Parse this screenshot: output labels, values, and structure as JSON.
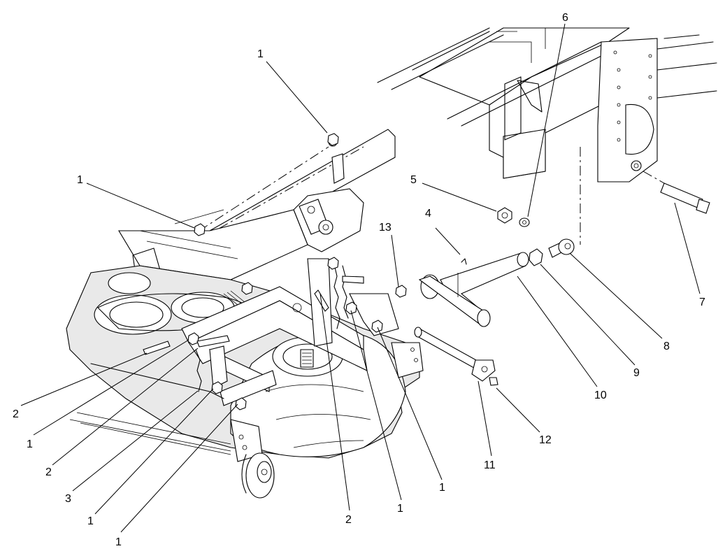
{
  "callouts": [
    {
      "id": "c01",
      "label": "1"
    },
    {
      "id": "c02",
      "label": "1"
    },
    {
      "id": "c03",
      "label": "6"
    },
    {
      "id": "c04",
      "label": "5"
    },
    {
      "id": "c05",
      "label": "4"
    },
    {
      "id": "c06",
      "label": "13"
    },
    {
      "id": "c07",
      "label": "7"
    },
    {
      "id": "c08",
      "label": "8"
    },
    {
      "id": "c09",
      "label": "9"
    },
    {
      "id": "c10",
      "label": "10"
    },
    {
      "id": "c11",
      "label": "12"
    },
    {
      "id": "c12",
      "label": "11"
    },
    {
      "id": "c13",
      "label": "2"
    },
    {
      "id": "c14",
      "label": "1"
    },
    {
      "id": "c15",
      "label": "2"
    },
    {
      "id": "c16",
      "label": "3"
    },
    {
      "id": "c17",
      "label": "1"
    },
    {
      "id": "c18",
      "label": "1"
    },
    {
      "id": "c19",
      "label": "2"
    },
    {
      "id": "c20",
      "label": "1"
    },
    {
      "id": "c21",
      "label": "1"
    }
  ]
}
